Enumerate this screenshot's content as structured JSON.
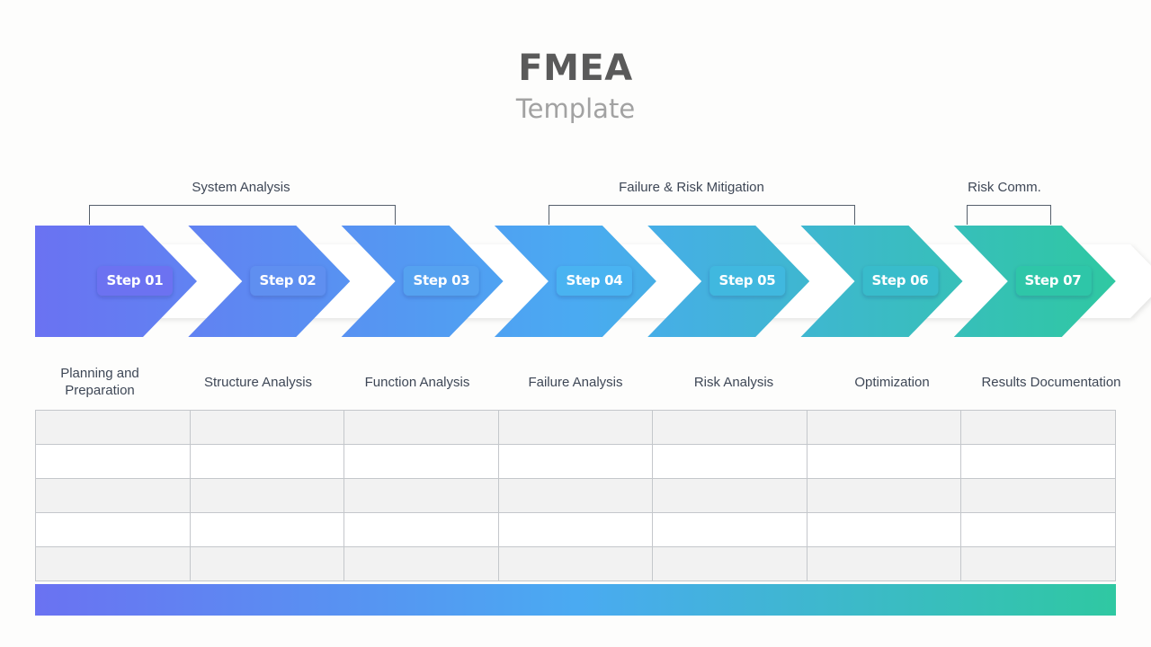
{
  "header": {
    "title": "FMEA",
    "subtitle": "Template"
  },
  "groups": [
    {
      "label": "System Analysis"
    },
    {
      "label": "Failure & Risk Mitigation"
    },
    {
      "label": "Risk Comm."
    }
  ],
  "steps": [
    {
      "label": "Step 01",
      "color": "#6c72f1"
    },
    {
      "label": "Step 02",
      "color": "#5f8ff0"
    },
    {
      "label": "Step 03",
      "color": "#54a2f0"
    },
    {
      "label": "Step 04",
      "color": "#4ab3f1"
    },
    {
      "label": "Step 05",
      "color": "#40b8df"
    },
    {
      "label": "Step 06",
      "color": "#38bccb"
    },
    {
      "label": "Step 07",
      "color": "#2fc6a8"
    }
  ],
  "columns": [
    {
      "label": "Planning and Preparation"
    },
    {
      "label": "Structure Analysis"
    },
    {
      "label": "Function Analysis"
    },
    {
      "label": "Failure Analysis"
    },
    {
      "label": "Risk Analysis"
    },
    {
      "label": "Optimization"
    },
    {
      "label": "Results Documentation"
    }
  ],
  "table": {
    "rows": 5
  }
}
